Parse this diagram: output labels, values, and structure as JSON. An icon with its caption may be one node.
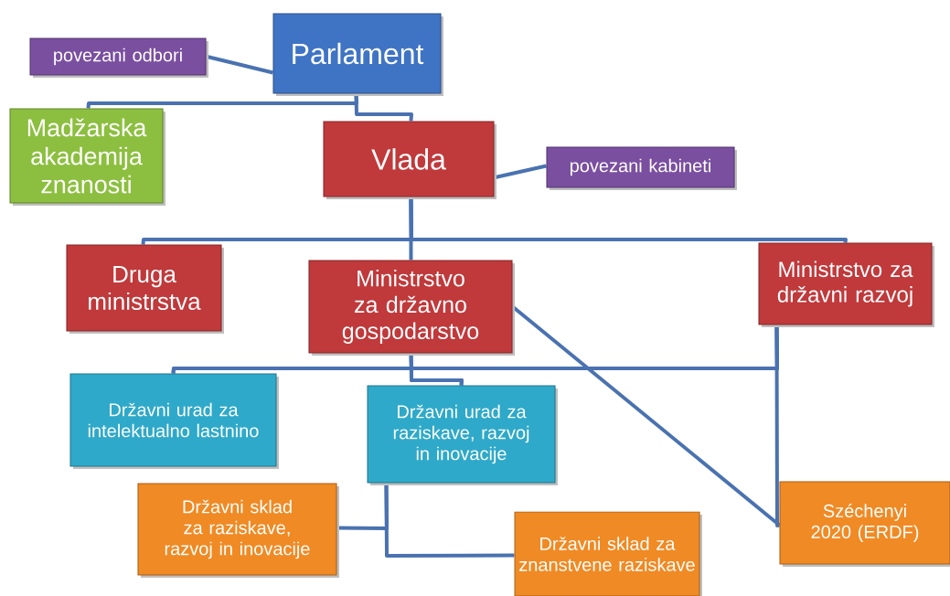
{
  "diagram": {
    "nodes": [
      {
        "text": [
          "Parlament"
        ]
      },
      {
        "text": [
          "povezani odbori"
        ]
      },
      {
        "text": [
          "Madžarska akademija znanosti"
        ]
      },
      {
        "text": [
          "Vlada"
        ]
      },
      {
        "text": [
          "povezani kabineti"
        ]
      },
      {
        "text": [
          "Druga ministrstva"
        ]
      },
      {
        "text": [
          "Ministrstvo za državno gospodarstvo"
        ]
      },
      {
        "text": [
          "Ministrstvo za državni razvoj"
        ]
      },
      {
        "text": [
          "Državni urad za intelektualno lastnino"
        ]
      },
      {
        "text": [
          "Državni urad za raziskave, razvoj in inovacije"
        ]
      },
      {
        "text": [
          "Državni sklad za raziskave, razvoj in inovacije"
        ]
      },
      {
        "text": [
          "Državni sklad za znanstvene raziskave"
        ]
      },
      {
        "text": [
          "Széchenyi 2020 (ERDF)"
        ]
      }
    ],
    "edges": [
      {
        "from": 1,
        "to": 0,
        "arrow": "none"
      },
      {
        "from": 0,
        "to": 2,
        "arrow": "none"
      },
      {
        "from": 0,
        "to": 3,
        "arrow": "none"
      },
      {
        "from": 3,
        "to": 4,
        "arrow": "none"
      },
      {
        "from": 3,
        "to": 5,
        "arrow": "none"
      },
      {
        "from": 3,
        "to": 6,
        "arrow": "none"
      },
      {
        "from": 3,
        "to": 7,
        "arrow": "none"
      },
      {
        "from": 6,
        "to": 8,
        "arrow": "none"
      },
      {
        "from": 6,
        "to": 9,
        "arrow": "none"
      },
      {
        "from": 7,
        "to": 8,
        "arrow": "none"
      },
      {
        "from": 7,
        "to": 9,
        "arrow": "none"
      },
      {
        "from": 7,
        "to": 12,
        "arrow": "none"
      },
      {
        "from": 6,
        "to": 12,
        "arrow": "none"
      },
      {
        "from": 9,
        "to": 10,
        "arrow": "none"
      },
      {
        "from": 9,
        "to": 11,
        "arrow": "none"
      }
    ]
  }
}
